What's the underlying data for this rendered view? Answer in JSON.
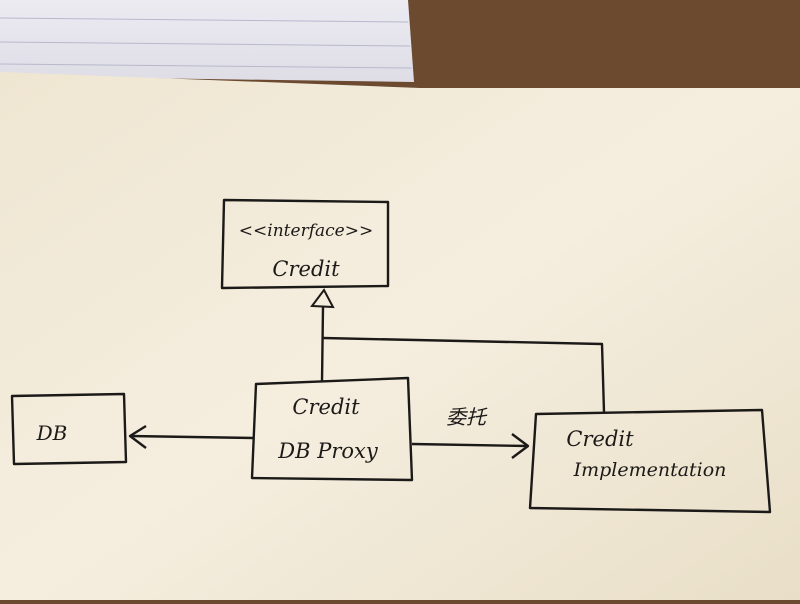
{
  "diagram": {
    "nodes": {
      "interface": {
        "stereotype": "<<interface>>",
        "name": "Credit"
      },
      "proxy": {
        "line1": "Credit",
        "line2": "DB Proxy"
      },
      "db": {
        "name": "DB"
      },
      "impl": {
        "line1": "Credit",
        "line2": "Implementation"
      }
    },
    "edges": {
      "proxy_to_impl_label": "委托"
    },
    "colors": {
      "paper": "#f4edde",
      "ink": "#1c1a18",
      "desk": "#6b4a30",
      "notebook": "#e8e6ef"
    }
  }
}
